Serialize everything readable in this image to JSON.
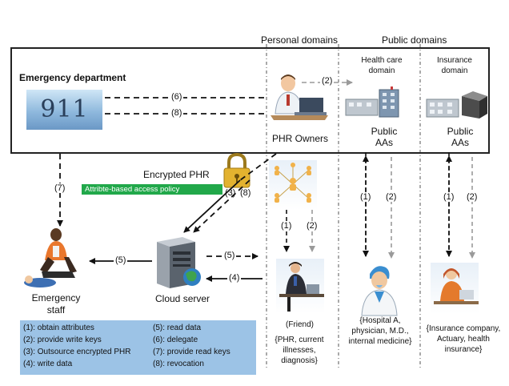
{
  "header": {
    "personal_domains": "Personal domains",
    "public_domains": "Public domains",
    "health_care_domain": "Health care domain",
    "insurance_domain": "Insurance domain"
  },
  "emergency": {
    "department": "Emergency department",
    "sign": "911",
    "staff": "Emergency staff"
  },
  "owners": {
    "label": "PHR Owners"
  },
  "public_aas_health": "Public AAs",
  "public_aas_insurance": "Public AAs",
  "encrypted_phr": "Encrypted PHR",
  "policy": "Attribte-based access policy",
  "cloud_server": "Cloud server",
  "friend": {
    "label": "(Friend)",
    "detail": "{PHR, current illnesses, diagnosis}"
  },
  "hospital": "{Hospital A, physician, M.D., internal medicine}",
  "insurance": "{Insurance company, Actuary, health insurance}",
  "arrow_labels": {
    "a2": "(2)",
    "a6": "(6)",
    "a8": "(8)",
    "a7": "(7)",
    "a3": "(3)",
    "a8b": "(8)",
    "a1f": "(1)",
    "a2f": "(2)",
    "a5l": "(5)",
    "a5r": "(5)",
    "a4": "(4)",
    "a1h": "(1)",
    "a2h": "(2)",
    "a1i": "(1)",
    "a2i": "(2)"
  },
  "legend": [
    "(1): obtain attributes",
    "(2): provide write keys",
    "(3): Outsource encrypted PHR",
    "(4): write data",
    "(5): read data",
    "(6): delegate",
    "(7): provide read keys",
    "(8): revocation"
  ],
  "colors": {
    "policy_bar": "#21a84a",
    "legend_bg": "#9cc3e6",
    "frame": "#222222",
    "arrow": "#111111",
    "arrow_grey": "#9a9a9a"
  },
  "icons": {
    "owner": "person-at-laptop-icon",
    "health_building": "hospital-building-icon",
    "insurance_building": "office-building-icon",
    "lock": "padlock-icon",
    "users_network": "user-network-icon",
    "server": "server-tower-icon",
    "staff": "paramedic-icon",
    "friend": "person-at-desk-icon",
    "doctor": "doctor-icon",
    "insurer": "insurance-clerk-icon"
  }
}
